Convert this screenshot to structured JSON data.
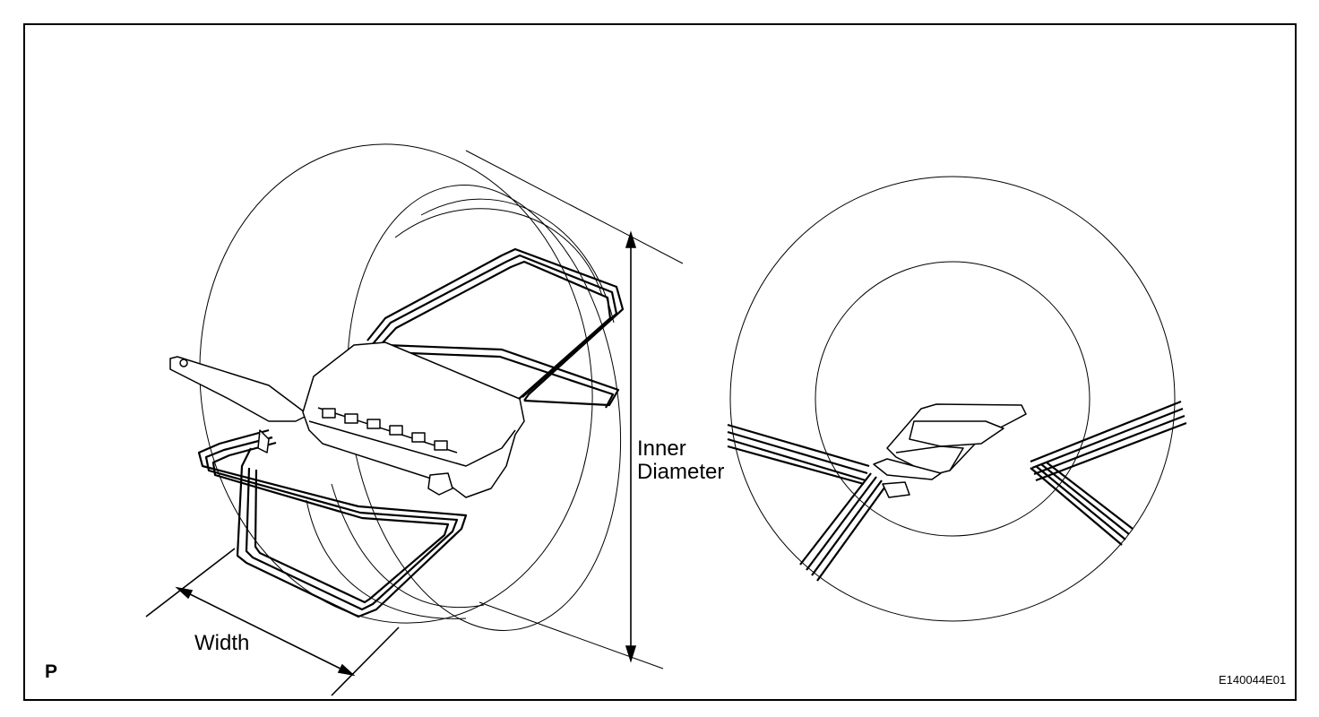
{
  "labels": {
    "inner_diameter_line1": "Inner",
    "inner_diameter_line2": "Diameter",
    "width": "Width",
    "view_code": "P",
    "figure_id": "E140044E01"
  }
}
